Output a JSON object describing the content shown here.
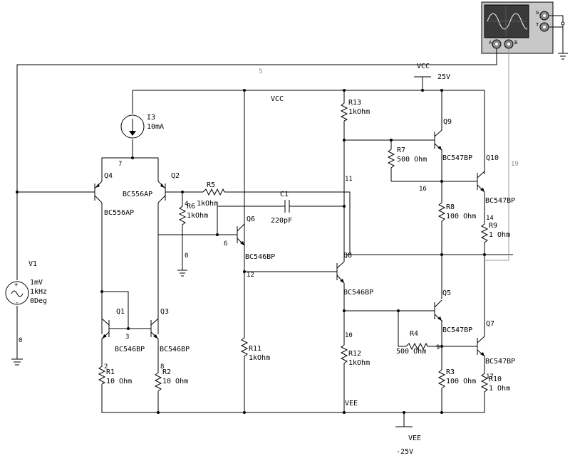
{
  "supplies": {
    "vcc_top_name": "VCC",
    "vcc_top_value": "25V",
    "vcc_rail_label": "VCC",
    "vee_name": "VEE",
    "vee_value": "-25V",
    "vee_rail_label": "VEE"
  },
  "sources": {
    "i3_name": "I3",
    "i3_value": "10mA",
    "v1_name": "V1",
    "v1_amp": "1mV",
    "v1_freq": "1kHz",
    "v1_phase": "0Deg"
  },
  "transistors": {
    "q1": "Q1",
    "q1_model": "BC546BP",
    "q2": "Q2",
    "q2_model": "BC556AP",
    "q3": "Q3",
    "q3_model": "BC546BP",
    "q4": "Q4",
    "q4_model": "BC556AP",
    "q5": "Q5",
    "q5_model": "BC547BP",
    "q6": "Q6",
    "q6_model": "BC546BP",
    "q7": "Q7",
    "q7_model": "BC547BP",
    "q8": "Q8",
    "q8_model": "BC546BP",
    "q9": "Q9",
    "q9_model": "BC547BP",
    "q10": "Q10",
    "q10_model": "BC547BP"
  },
  "resistors": {
    "r1": "R1",
    "r1_value": "10 Ohm",
    "r2": "R2",
    "r2_value": "10 Ohm",
    "r3": "R3",
    "r3_value": "100 Ohm",
    "r4": "R4",
    "r4_value": "500 Ohm",
    "r5": "R5",
    "r5_value": "1kOhm",
    "r6": "R6",
    "r6_value": "1kOhm",
    "r7": "R7",
    "r7_value": "500 Ohm",
    "r8": "R8",
    "r8_value": "100 Ohm",
    "r9": "R9",
    "r9_value": "1 Ohm",
    "r10": "R10",
    "r10_value": "1 Ohm",
    "r11": "R11",
    "r11_value": "1kOhm",
    "r12": "R12",
    "r12_value": "1kOhm",
    "r13": "R13",
    "r13_value": "1kOhm"
  },
  "capacitors": {
    "c1": "C1",
    "c1_value": "220pF"
  },
  "nets": {
    "n0a": "0",
    "n0b": "0",
    "n2": "2",
    "n3": "3",
    "n4": "4",
    "n5": "5",
    "n6": "6",
    "n7": "7",
    "n8": "8",
    "n9": "9",
    "n10": "10",
    "n11": "11",
    "n12": "12",
    "n14": "14",
    "n16": "16",
    "n17": "17",
    "n19": "19"
  },
  "oscilloscope": {
    "term_a": "A",
    "term_b": "B",
    "term_g": "G",
    "term_t": "T"
  },
  "colors": {
    "wire": "#000000",
    "probe_wire": "#9a9a9a",
    "scope_screen": "#3a3a3a",
    "scope_body": "#c8c8c8"
  }
}
